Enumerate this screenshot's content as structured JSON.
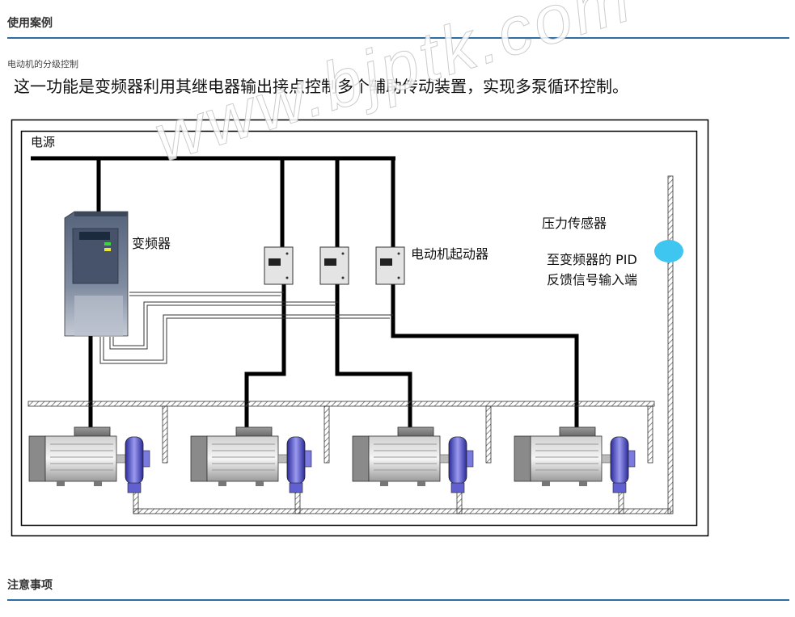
{
  "sections": {
    "usage_title": "使用案例",
    "notes_title": "注意事项"
  },
  "subtitle": "电动机的分级控制",
  "description": "这一功能是变频器利用其继电器输出接点控制多个辅助传动装置，实现多泵循环控制。",
  "watermark": "www.bjptk.com",
  "diagram": {
    "power_label": "电源",
    "inverter_label": "变频器",
    "starter_label": "电动机起动器",
    "sensor_label": "压力传感器",
    "feedback_line1": "至变频器的 PID",
    "feedback_line2": "反馈信号输入端",
    "motor_count": 4,
    "starter_count": 3,
    "colors": {
      "wire": "#000000",
      "hatch": "#555555",
      "sensor": "#3ec6f0",
      "coupling": "#3a3ab0",
      "inverter_body": "#5f6e86",
      "led_green": "#3fd43f",
      "led_yellow": "#e8e83a"
    }
  }
}
